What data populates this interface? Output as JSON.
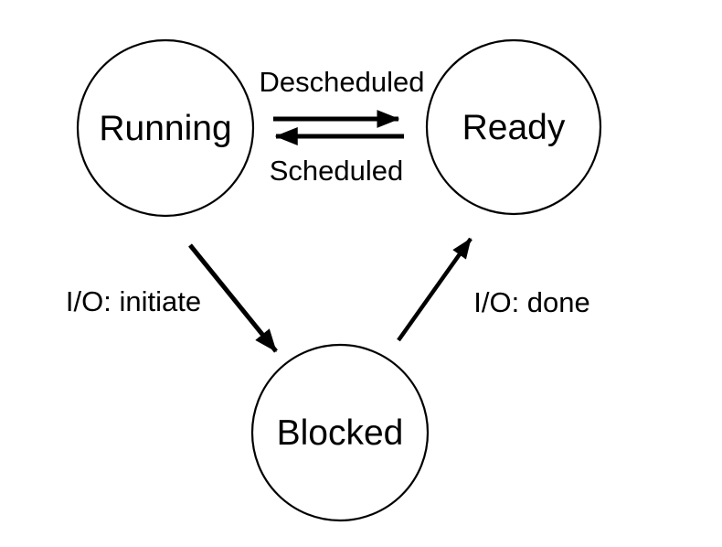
{
  "diagram": {
    "type": "state-transition-diagram",
    "colors": {
      "background": "#ffffff",
      "stroke": "#000000",
      "text": "#000000"
    },
    "nodes": [
      {
        "id": "running",
        "label": "Running"
      },
      {
        "id": "ready",
        "label": "Ready"
      },
      {
        "id": "blocked",
        "label": "Blocked"
      }
    ],
    "transitions": [
      {
        "from": "Running",
        "to": "Ready",
        "label": "Descheduled"
      },
      {
        "from": "Ready",
        "to": "Running",
        "label": "Scheduled"
      },
      {
        "from": "Running",
        "to": "Blocked",
        "label": "I/O: initiate"
      },
      {
        "from": "Blocked",
        "to": "Ready",
        "label": "I/O: done"
      }
    ]
  }
}
